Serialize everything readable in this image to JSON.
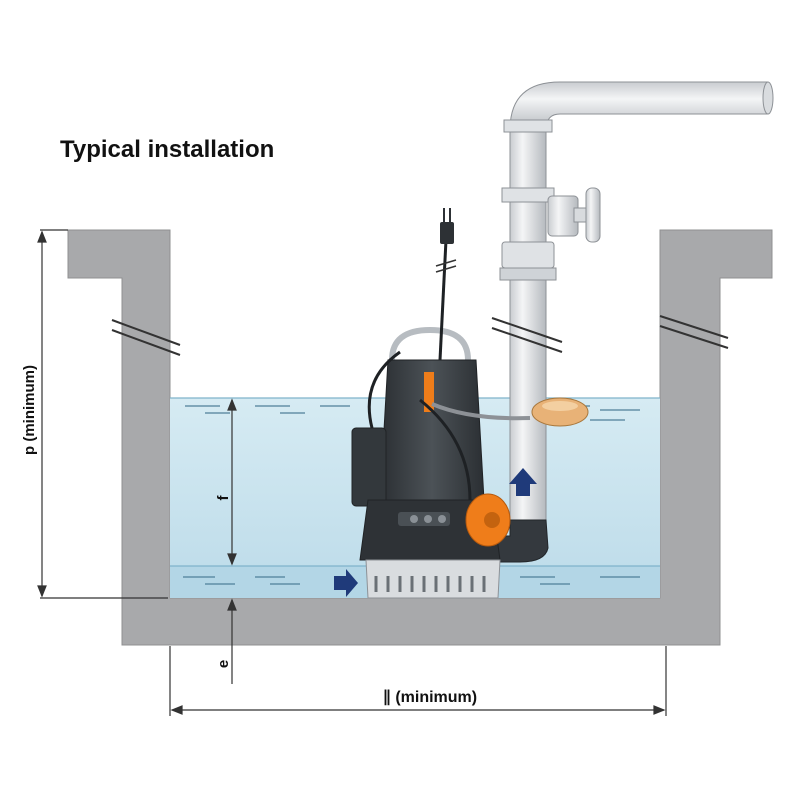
{
  "diagram": {
    "title": "Typical installation",
    "labels": {
      "p": "p (minimum)",
      "f": "f",
      "e": "e",
      "width": "∥ (minimum)"
    },
    "colors": {
      "wall": "#a8a9ab",
      "wall_edge": "#8f9092",
      "water": "#c9e3ee",
      "water_low": "#b8d9e8",
      "pipe": "#e6e8ea",
      "pump_body": "#3c4146",
      "accent": "#ef7d1a",
      "arrow": "#1f3a7a",
      "dim_line": "#333333"
    },
    "icons": [
      "pump-icon",
      "valve-icon",
      "float-switch-icon",
      "plug-icon",
      "flow-arrow-icon"
    ]
  }
}
